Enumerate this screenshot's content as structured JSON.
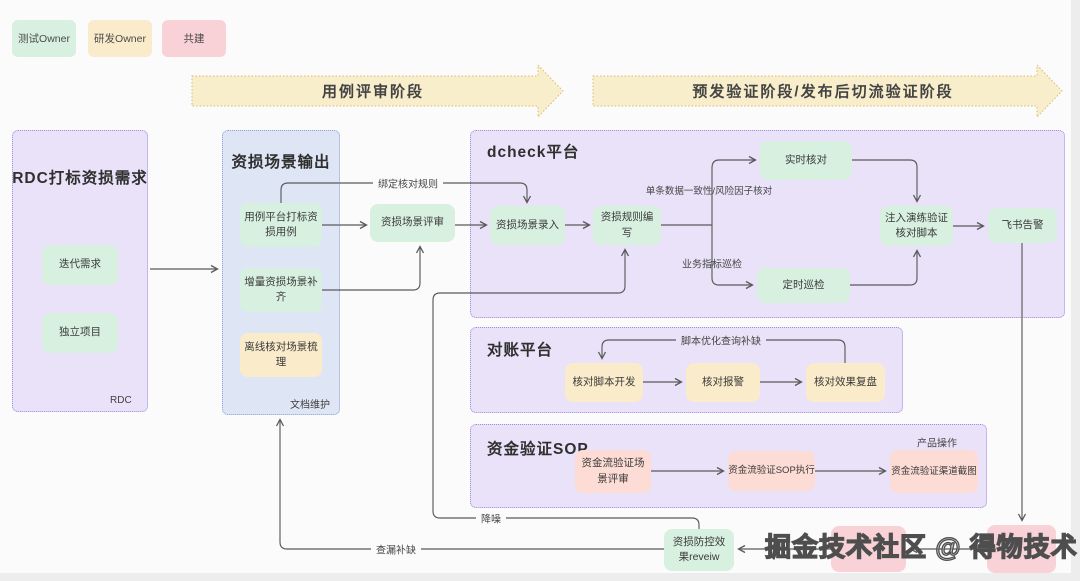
{
  "legend": [
    {
      "label": "测试Owner",
      "color": "#d8f0e0"
    },
    {
      "label": "研发Owner",
      "color": "#faeccb"
    },
    {
      "label": "共建",
      "color": "#f8d2d7"
    }
  ],
  "banners": [
    {
      "label": "用例评审阶段"
    },
    {
      "label": "预发验证阶段/发布后切流验证阶段"
    }
  ],
  "containers": {
    "rdc": {
      "title": "RDC打标资损需求",
      "corner_label": "RDC"
    },
    "scene_output": {
      "title": "资损场景输出",
      "corner_label": "文档维护"
    },
    "dcheck": {
      "title": "dcheck平台"
    },
    "reconciliation": {
      "title": "对账平台"
    },
    "sop": {
      "title": "资金验证SOP"
    }
  },
  "nodes": {
    "iteration_demand": {
      "label": "迭代需求"
    },
    "independent_project": {
      "label": "独立项目"
    },
    "usecase_platform": {
      "label": "用例平台打标资损用例"
    },
    "incremental_scene": {
      "label": "增量资损场景补齐"
    },
    "offline_check": {
      "label": "离线核对场景梳理"
    },
    "scene_review": {
      "label": "资损场景评审"
    },
    "scene_entry": {
      "label": "资损场景录入"
    },
    "rule_writing": {
      "label": "资损规则编写"
    },
    "realtime_check": {
      "label": "实时核对"
    },
    "timed_inspection": {
      "label": "定时巡检"
    },
    "drill_script": {
      "label": "注入演练验证核对脚本"
    },
    "feishu_alert": {
      "label": "飞书告警"
    },
    "check_script_dev": {
      "label": "核对脚本开发"
    },
    "check_alert": {
      "label": "核对报警"
    },
    "check_review": {
      "label": "核对效果复盘"
    },
    "fund_scene_review": {
      "label": "资金流验证场景评审"
    },
    "fund_sop_exec": {
      "label": "资金流验证SOP执行"
    },
    "fund_screenshot": {
      "label": "资金流验证渠道截图"
    },
    "effect_review": {
      "label": "资损防控效果reveiw"
    },
    "obscured_box_1": {
      "label": ""
    },
    "obscured_box_2": {
      "label": ""
    }
  },
  "edge_labels": {
    "bind_rule": "绑定核对规则",
    "single_data": "单条数据一致性/风险因子核对",
    "biz_inspect": "业务指标巡检",
    "script_opt": "脚本优化查询补缺",
    "product_op": "产品操作",
    "noise": "降噪",
    "gap": "查漏补缺"
  },
  "watermark": {
    "text": "掘金技术社区 @ 得物技术"
  },
  "colors": {
    "container_purple": "#e9e2f8",
    "container_purple_border": "#9b8ce0",
    "container_blue": "#dee5f4",
    "container_blue_border": "#8aa0d8",
    "node_green": "#d8f0e0",
    "node_yellow": "#faeccb",
    "node_pink": "#fcdcd4",
    "node_pink_deep": "#f8d2d7",
    "banner_fill": "#f8eecb",
    "banner_border": "#d9ba6e",
    "line": "#5a5a5a"
  }
}
